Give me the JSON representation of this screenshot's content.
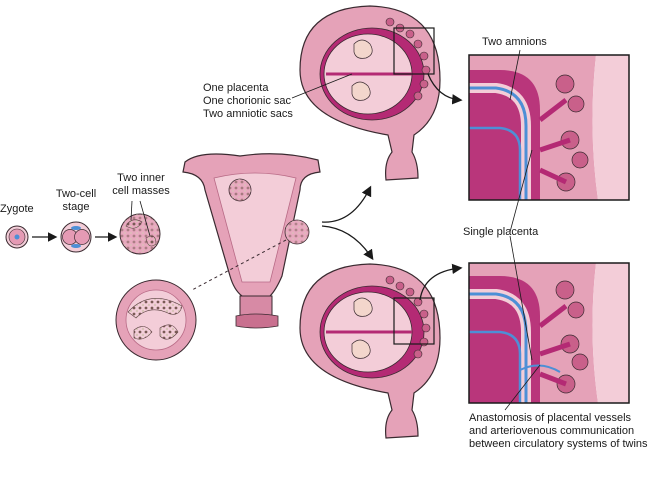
{
  "labels": {
    "zygote": "Zygote",
    "two_cell_1": "Two-cell",
    "two_cell_2": "stage",
    "inner_1": "Two inner",
    "inner_2": "cell masses",
    "placenta_1": "One placenta",
    "placenta_2": "One chorionic sac",
    "placenta_3": "Two amniotic sacs",
    "two_amnions": "Two amnions",
    "single_placenta": "Single placenta",
    "anastomosis_1": "Anastomosis of placental vessels",
    "anastomosis_2": "and arteriovenous communication",
    "anastomosis_3": "between circulatory systems of twins"
  },
  "colors": {
    "tissue": "#e5a2b8",
    "tissue_light": "#f3cdd8",
    "tissue_dark": "#c9708f",
    "placenta": "#b42a74",
    "vessel_blue": "#4d8fd6",
    "outline": "#3a2a30"
  }
}
